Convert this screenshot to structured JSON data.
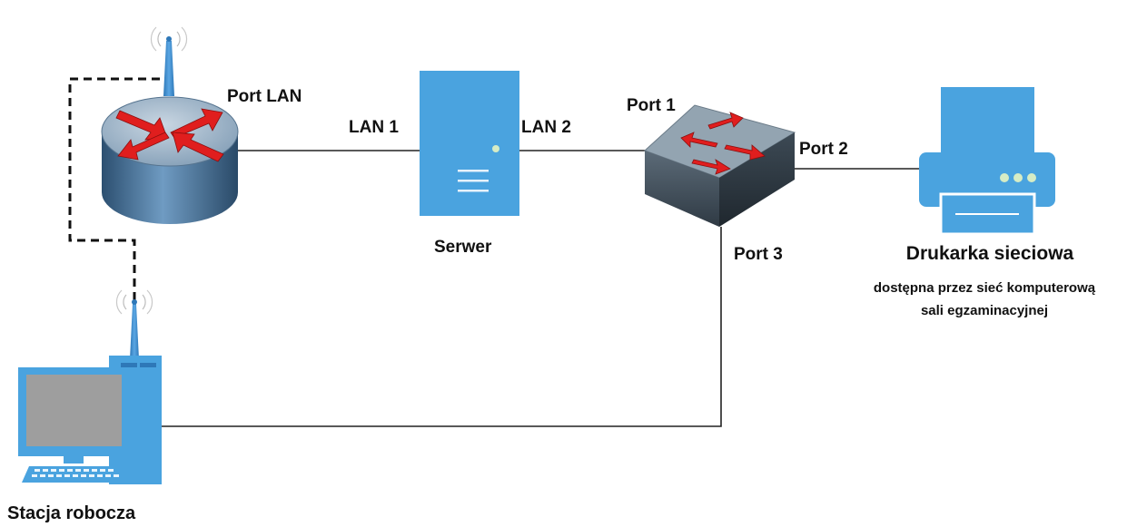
{
  "labels": {
    "router_port": "Port LAN",
    "server_lan1": "LAN 1",
    "server_lan2": "LAN 2",
    "server_name": "Serwer",
    "switch_port1": "Port 1",
    "switch_port2": "Port 2",
    "switch_port3": "Port 3",
    "printer_name": "Drukarka sieciowa",
    "printer_desc_line1": "dostępna przez sieć komputerową",
    "printer_desc_line2": "sali egzaminacyjnej",
    "workstation_name": "Stacja robocza"
  },
  "icons": {
    "router": "router-icon",
    "server": "server-icon",
    "switch": "switch-icon",
    "printer": "printer-icon",
    "workstation": "workstation-icon",
    "antenna": "wifi-antenna-icon"
  },
  "colors": {
    "device_blue": "#4aa3df",
    "arrow_red": "#e01e1e",
    "line": "#222222",
    "switch_top": "#8fa0ad",
    "router_body": "#3e6f99"
  },
  "connections": [
    {
      "from": "router",
      "to": "server",
      "style": "solid"
    },
    {
      "from": "server",
      "to": "switch",
      "style": "solid"
    },
    {
      "from": "switch",
      "to": "printer",
      "style": "solid"
    },
    {
      "from": "switch",
      "to": "workstation",
      "style": "solid"
    },
    {
      "from": "router",
      "to": "workstation",
      "style": "dashed-wireless"
    }
  ]
}
